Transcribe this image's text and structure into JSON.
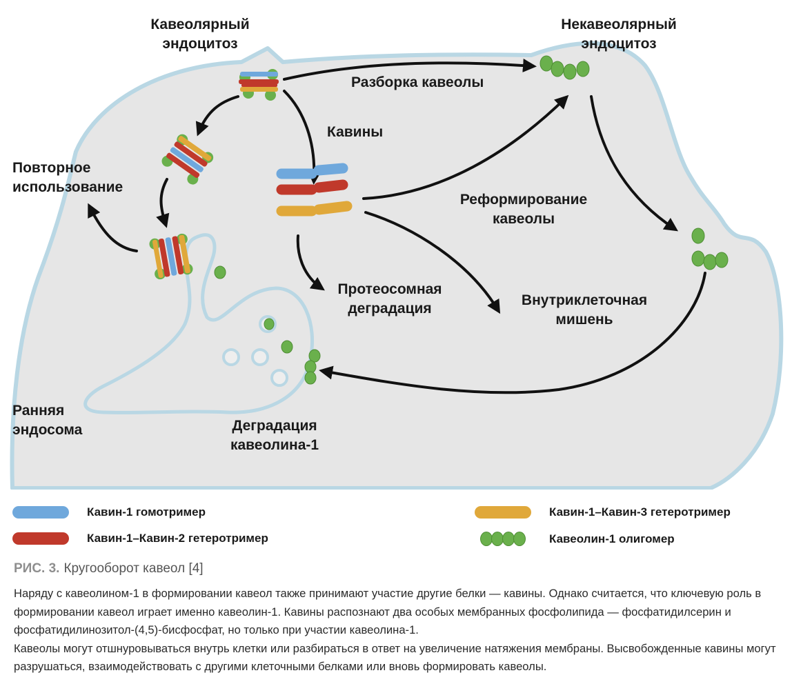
{
  "diagram": {
    "labels": {
      "caveolar_endocytosis": [
        "Кавеолярный",
        "эндоцитоз"
      ],
      "noncaveolar_endocytosis": [
        "Некавеолярный",
        "эндоцитоз"
      ],
      "caveola_disassembly": "Разборка кавеолы",
      "cavins": "Кавины",
      "reuse": [
        "Повторное",
        "использование"
      ],
      "caveola_reforming": [
        "Реформирование",
        "кавеолы"
      ],
      "proteasomal_degradation": [
        "Протеосомная",
        "деградация"
      ],
      "intracellular_target": [
        "Внутриклеточная",
        "мишень"
      ],
      "early_endosome": [
        "Ранняя",
        "эндосома"
      ],
      "caveolin_degradation": [
        "Деградация",
        "кавеолина-1"
      ]
    },
    "colors": {
      "cell_fill": "#e6e6e6",
      "membrane": "#b9d7e4",
      "cavin1_homotrimer": "#6fa8dc",
      "cavin1_cavin2": "#c0392b",
      "cavin1_cavin3": "#e0a83a",
      "caveolin": "#6ab04c"
    }
  },
  "legend": [
    {
      "key": "cavin1_homotrimer",
      "label": "Кавин-1 гомотример",
      "color": "#6fa8dc",
      "kind": "bar"
    },
    {
      "key": "cavin1_cavin2",
      "label": "Кавин-1–Кавин-2 гетеротример",
      "color": "#c0392b",
      "kind": "bar"
    },
    {
      "key": "cavin1_cavin3",
      "label": "Кавин-1–Кавин-3 гетеротример",
      "color": "#e0a83a",
      "kind": "bar"
    },
    {
      "key": "caveolin",
      "label": "Кавеолин-1 олигомер",
      "color": "#6ab04c",
      "kind": "dots"
    }
  ],
  "caption": {
    "figure": "РИС. 3.",
    "title": "Кругооборот кавеол [4]"
  },
  "body_text": [
    "Наряду с кавеолином-1 в формировании кавеол также принимают участие другие белки — кавины. Однако считается, что ключевую роль в формировании кавеол играет именно кавеолин-1. Кавины распознают два особых мембранных фосфолипида — фосфатидилсерин и фосфатидилинозитол-(4,5)-бисфосфат, но только при участии кавеолина-1.",
    "Кавеолы могут отшнуровываться внутрь клетки или разбираться в ответ на увеличение натяжения мембраны. Высвобожденные кавины могут разрушаться, взаимодействовать с другими клеточными белками или вновь формировать кавеолы."
  ]
}
